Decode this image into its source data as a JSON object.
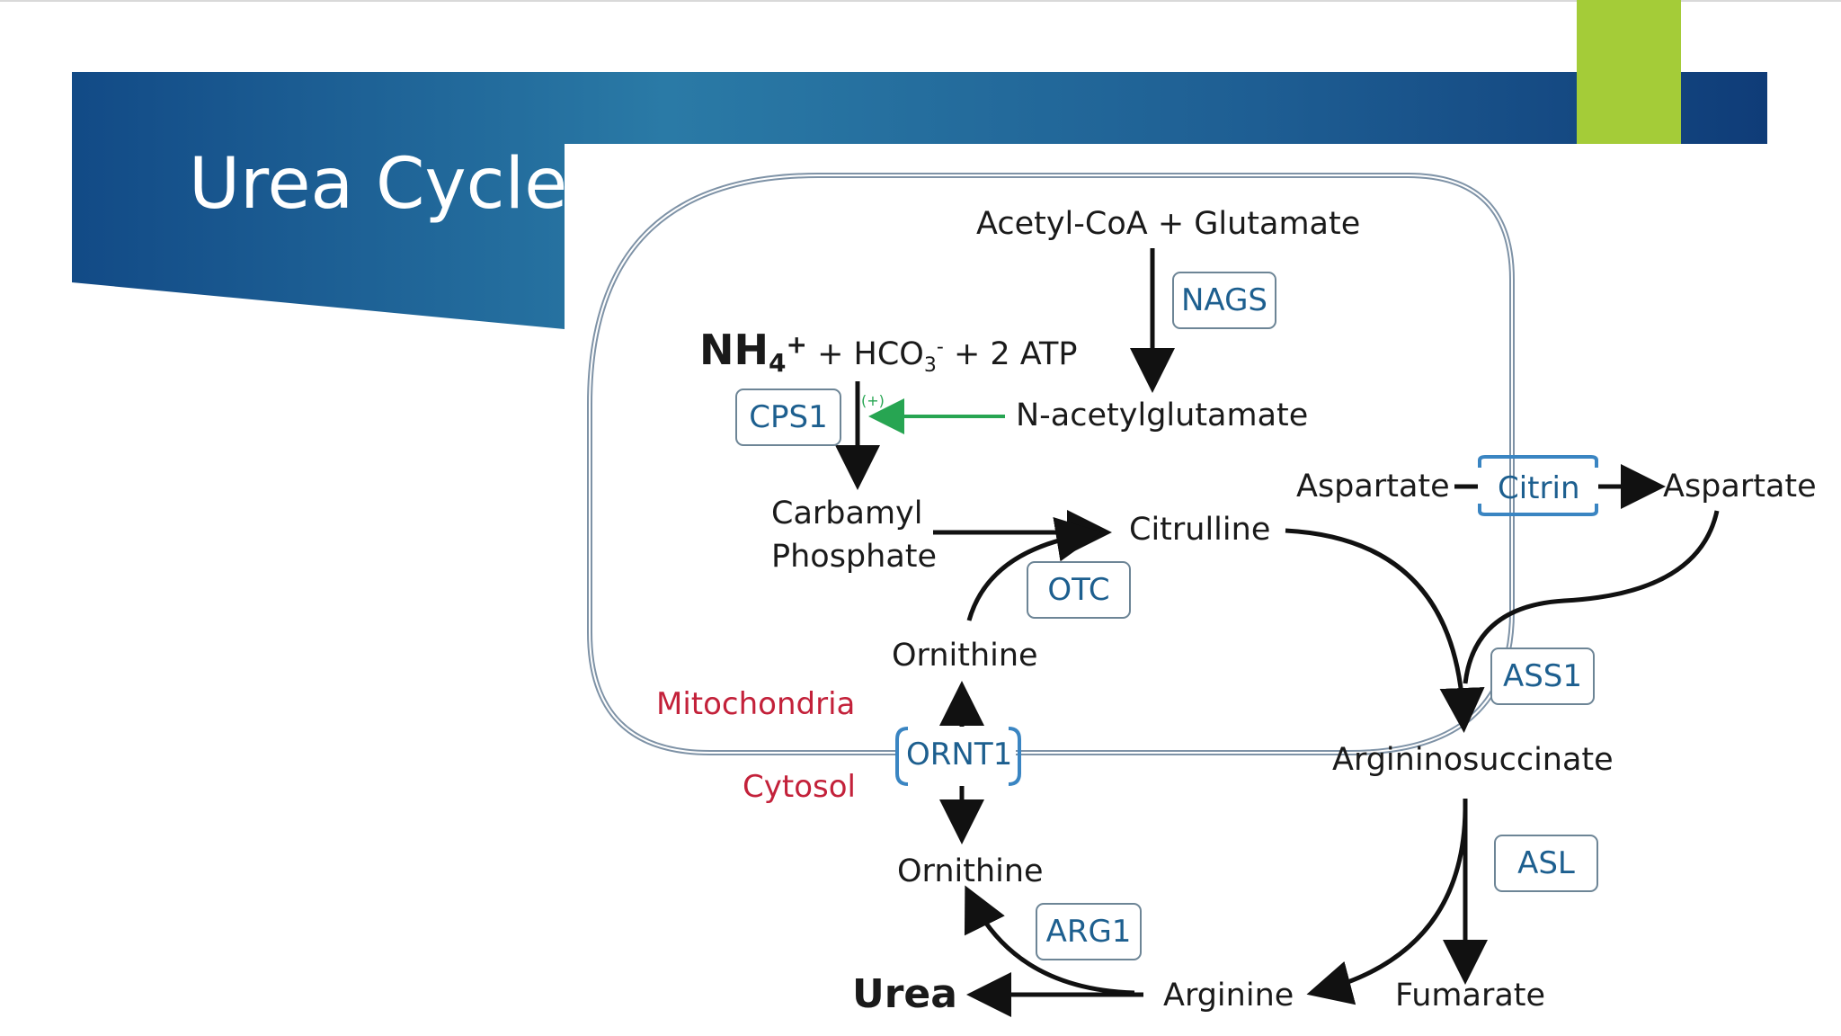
{
  "slide": {
    "title": "Urea Cycle",
    "colors": {
      "banner_dark": "#103f7e",
      "banner_light": "#2f86ad",
      "accent": "#a4cc38",
      "enzyme_text": "#1d5f8f",
      "compartment_text": "#c3213a",
      "activation_arrow": "#27a552"
    }
  },
  "diagram": {
    "metabolites": {
      "acetyl_coa_glutamate": "Acetyl-CoA + Glutamate",
      "nh4": "NH",
      "nh4_sub": "4",
      "nh4_sup": "+",
      "hco3": "+ HCO",
      "hco3_sub": "3",
      "hco3_sup": "-",
      "atp": "+ 2 ATP",
      "n_acetylglutamate": "N-acetylglutamate",
      "carbamyl": "Carbamyl",
      "phosphate": "Phosphate",
      "citrulline": "Citrulline",
      "ornithine_mito": "Ornithine",
      "ornithine_cyto": "Ornithine",
      "aspartate_mito": "Aspartate",
      "aspartate_cyto": "Aspartate",
      "argininosuccinate": "Argininosuccinate",
      "arginine": "Arginine",
      "fumarate": "Fumarate",
      "urea": "Urea"
    },
    "activation_mark": "(+)",
    "enzymes": {
      "nags": "NAGS",
      "cps1": "CPS1",
      "otc": "OTC",
      "ass1": "ASS1",
      "asl": "ASL",
      "arg1": "ARG1",
      "ornt1": "ORNT1",
      "citrin": "Citrin"
    },
    "compartments": {
      "mitochondria": "Mitochondria",
      "cytosol": "Cytosol"
    }
  }
}
